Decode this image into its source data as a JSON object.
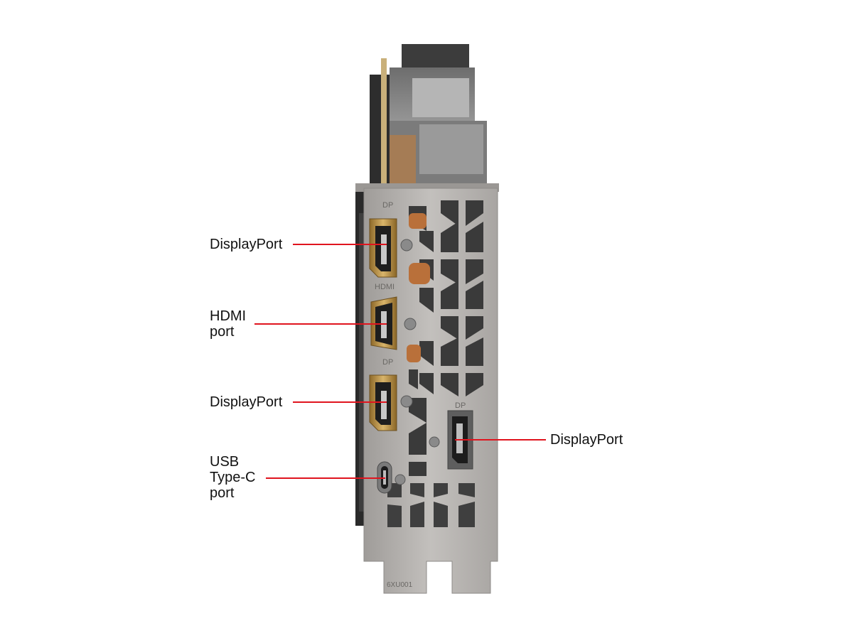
{
  "labels": {
    "dp_top": "DisplayPort",
    "hdmi": [
      "HDMI",
      "port"
    ],
    "dp_middle": "DisplayPort",
    "usb_c": [
      "USB",
      "Type-C",
      "port"
    ],
    "dp_right": "DisplayPort"
  },
  "bracket_markings": {
    "dp": "DP",
    "hdmi": "HDMI",
    "code": "6XU001"
  },
  "colors": {
    "leader": "#e0141e",
    "bracket": "#b9b6b3",
    "port_gold": "#c9a35a",
    "pcb": "#2b2b2b",
    "shroud": "#8e8e8e"
  }
}
